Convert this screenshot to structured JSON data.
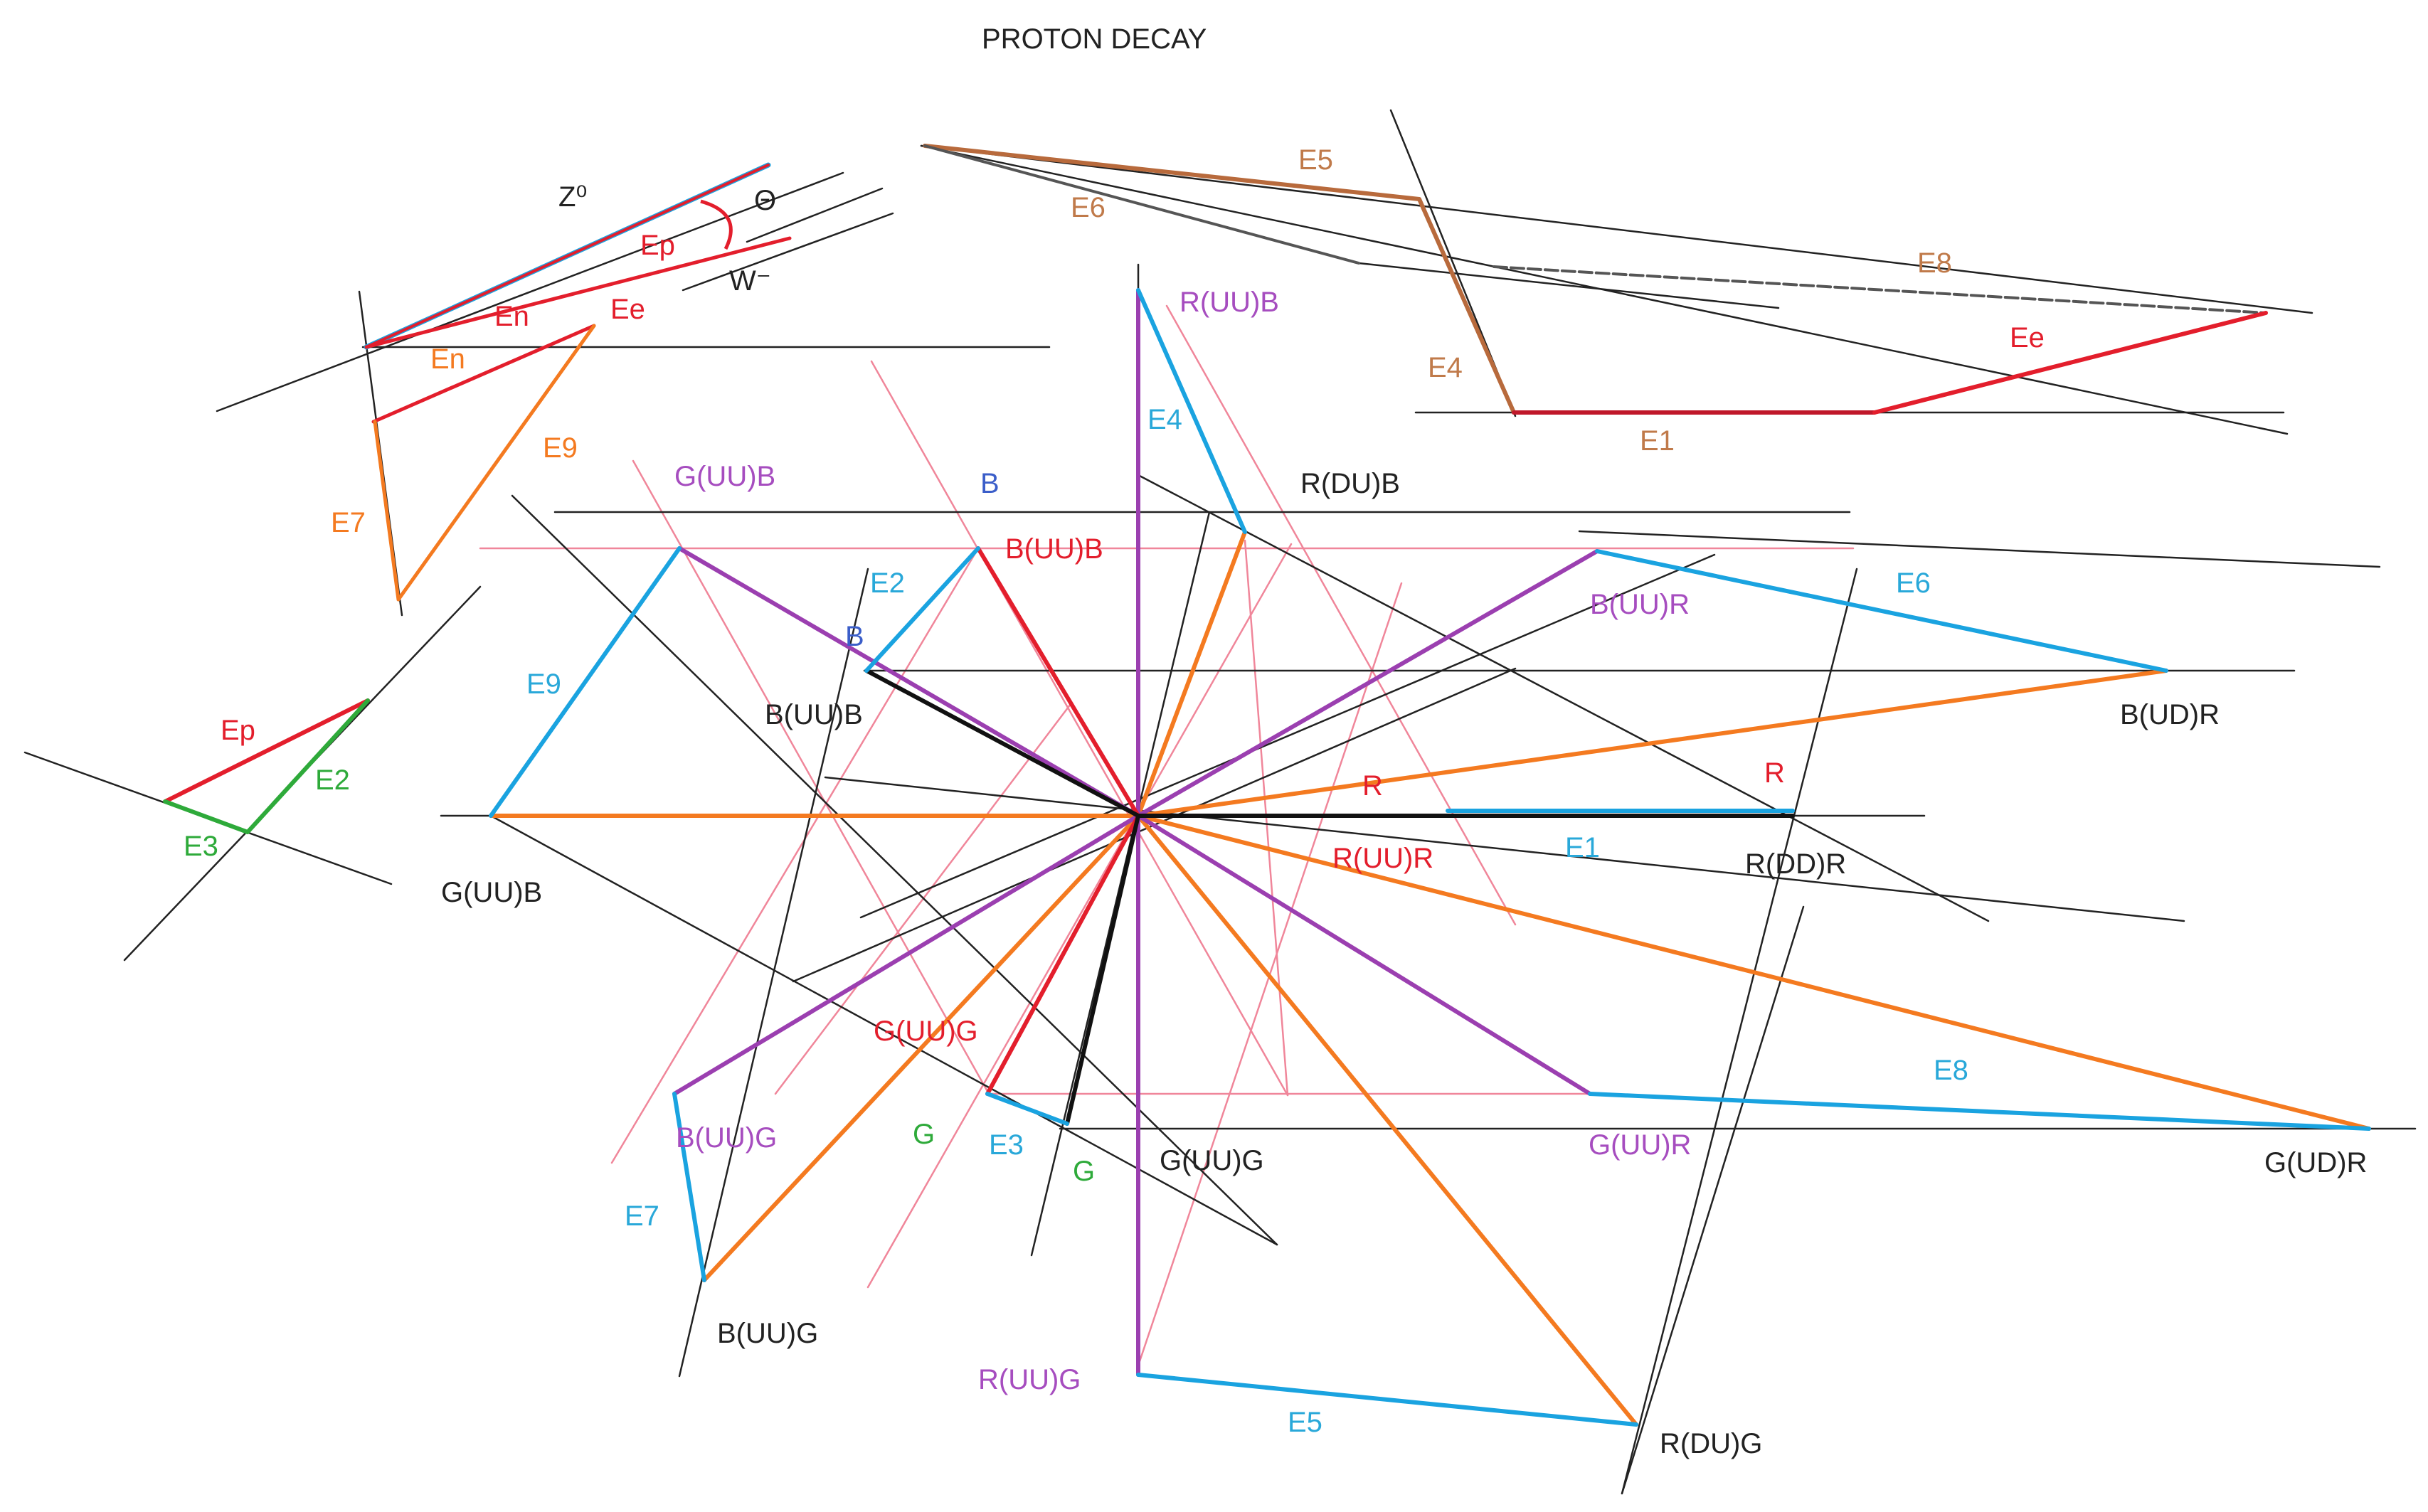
{
  "title": "PROTON DECAY",
  "colors": {
    "black": "#222222",
    "grey": "#555555",
    "blue": "#1aa3e0",
    "red": "#e31e2c",
    "darkred": "#c0182a",
    "orange": "#f47a20",
    "purple": "#9b3fb0",
    "brown": "#b86a3c",
    "green": "#2eaa3a",
    "pink": "#f0869a",
    "labelPurple": "#a64dbf",
    "labelBlue": "#29a8d9",
    "labelBrown": "#c07a4a",
    "labelRed": "#e31e2c",
    "labelNavy": "#3b5ec9"
  },
  "labels": {
    "z0": "Z⁰",
    "theta": "Θ",
    "ep_top": "Ep",
    "wminus": "W⁻",
    "en1": "En",
    "ee_top": "Ee",
    "en2": "En",
    "e9_small": "E9",
    "e7_small": "E7",
    "ep_small": "Ep",
    "e2_small": "E2",
    "e3_small": "E3",
    "e5_top": "E5",
    "e6_top": "E6",
    "e8_top": "E8",
    "ee_right": "Ee",
    "e4_top": "E4",
    "e1_top": "E1",
    "r_uu_b": "R(UU)B",
    "e4_main": "E4",
    "r_du_b": "R(DU)B",
    "g_uu_b_top": "G(UU)B",
    "b_blue": "B",
    "b_uu_b_red": "B(UU)B",
    "e2_main": "E2",
    "b_mid": "B",
    "b_uu_r": "B(UU)R",
    "e6_main": "E6",
    "e9_main": "E9",
    "b_uu_b_black": "B(UU)B",
    "b_ud_r": "B(UD)R",
    "r_red": "R",
    "r_red2": "R",
    "r_uu_r": "R(UU)R",
    "e1_main": "E1",
    "r_dd_r": "R(DD)R",
    "g_uu_b_left": "G(UU)B",
    "g_uu_g_red": "G(UU)G",
    "e8_main": "E8",
    "g_green1": "G",
    "e3_main": "E3",
    "g_green2": "G",
    "g_uu_g_black": "G(UU)G",
    "g_uu_r": "G(UU)R",
    "g_ud_r": "G(UD)R",
    "b_uu_g_purple": "B(UU)G",
    "e7_main": "E7",
    "b_uu_g_black": "B(UU)G",
    "r_uu_g": "R(UU)G",
    "e5_main": "E5",
    "r_du_g": "R(DU)G"
  }
}
